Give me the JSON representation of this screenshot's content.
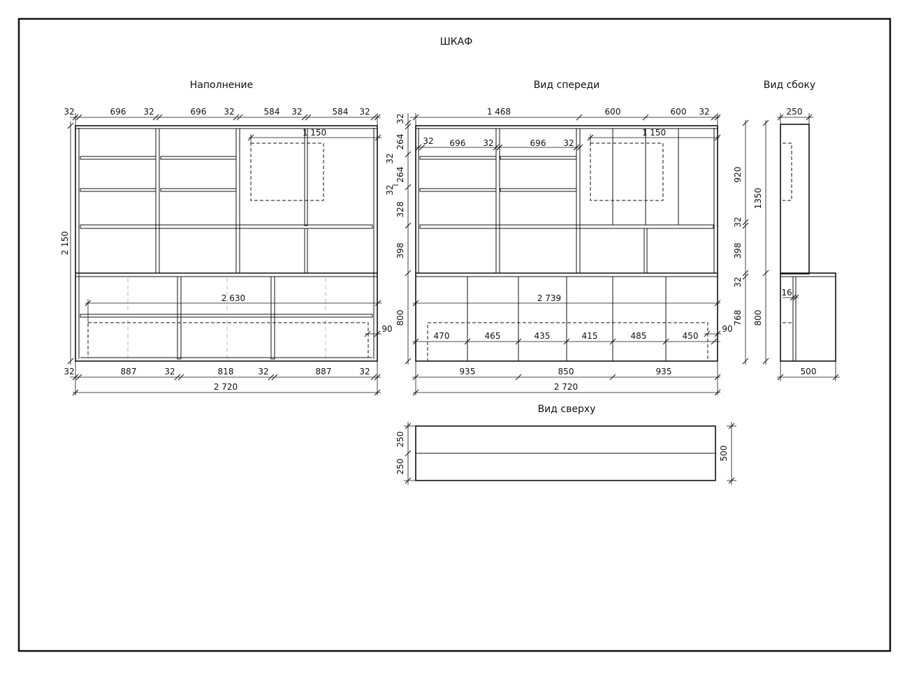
{
  "title": "ШКАФ",
  "views": {
    "filling": "Наполнение",
    "front": "Вид спереди",
    "side": "Вид сбоку",
    "top": "Вид сверху"
  },
  "dims": {
    "filling": {
      "top": [
        "32",
        "696",
        "32",
        "696",
        "32",
        "584",
        "32",
        "584",
        "32"
      ],
      "height": "2 150",
      "width_1150": "1 150",
      "inner_2630": "2 630",
      "depth_90": "90",
      "bottom": [
        "32",
        "887",
        "32",
        "818",
        "32",
        "887",
        "32"
      ],
      "total": "2 720"
    },
    "front": {
      "top": [
        "1 468",
        "600",
        "600",
        "32"
      ],
      "top_left": "32",
      "width_1150": "1 150",
      "inner": [
        "32",
        "696",
        "32",
        "696",
        "32"
      ],
      "left": [
        "264",
        "264",
        "32",
        "328",
        "398",
        "800"
      ],
      "inner_2739": "2 739",
      "depth_90": "90",
      "drawers": [
        "470",
        "465",
        "435",
        "415",
        "485",
        "450"
      ],
      "bottom": [
        "935",
        "850",
        "935"
      ],
      "total": "2 720"
    },
    "side": {
      "width_250": "250",
      "right": [
        "920",
        "32",
        "398",
        "32",
        "768"
      ],
      "left": [
        "1350",
        "800"
      ],
      "thickness_16": "16",
      "depth_500": "500"
    },
    "top": {
      "left": [
        "250",
        "250"
      ],
      "right": "500"
    }
  }
}
